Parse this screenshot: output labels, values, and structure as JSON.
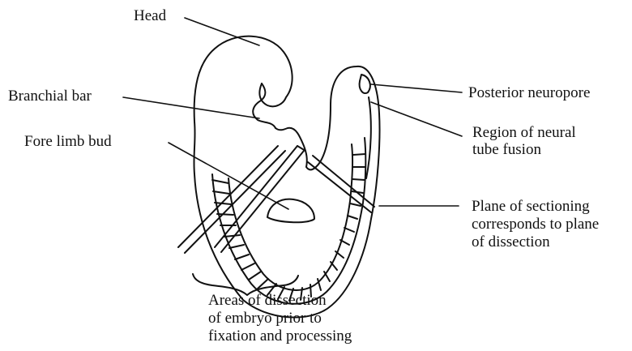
{
  "labels": {
    "head": "Head",
    "branchial_bar": "Branchial bar",
    "fore_limb_bud": "Fore limb bud",
    "posterior_neuropore": "Posterior neuropore",
    "neural_fusion_line1": "Region of neural",
    "neural_fusion_line2": "tube fusion",
    "plane_line1": "Plane of sectioning",
    "plane_line2": "corresponds to plane",
    "plane_line3": "of dissection",
    "areas_line1": "Areas of dissection",
    "areas_line2": "of embryo prior to",
    "areas_line3": "fixation and processing"
  }
}
